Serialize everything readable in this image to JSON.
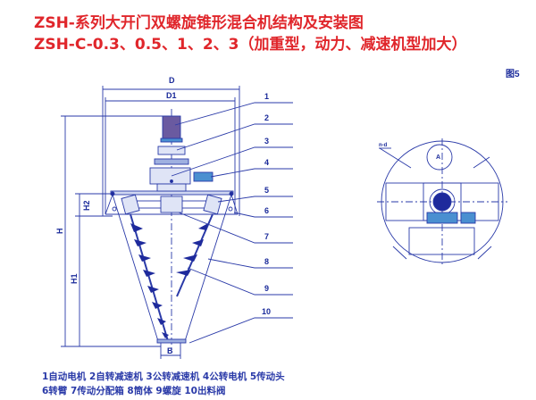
{
  "title": {
    "line1": "ZSH-系列大开门双螺旋锥形混合机结构及安装图",
    "line2": "ZSH-C-0.3、0.5、1、2、3（加重型，动力、减速机型加大）"
  },
  "figure_label": "图5",
  "dimensions": {
    "D": "D",
    "D1": "D1",
    "H": "H",
    "H1": "H1",
    "H2": "H2",
    "B": "B",
    "A": "A",
    "nd": "n-d"
  },
  "callouts": [
    "1",
    "2",
    "3",
    "4",
    "5",
    "6",
    "7",
    "8",
    "9",
    "10"
  ],
  "legend": {
    "line1": "1自动电机 2自转减速机 3公转减速机 4公转电机 5传动头",
    "line2": "6转臂 7传动分配箱 8筒体 9螺旋 10出料阀"
  },
  "colors": {
    "title": "#e0262b",
    "line": "#2a3aa8",
    "motor": "#6a5aa0",
    "fill": "#1e2a9c"
  }
}
